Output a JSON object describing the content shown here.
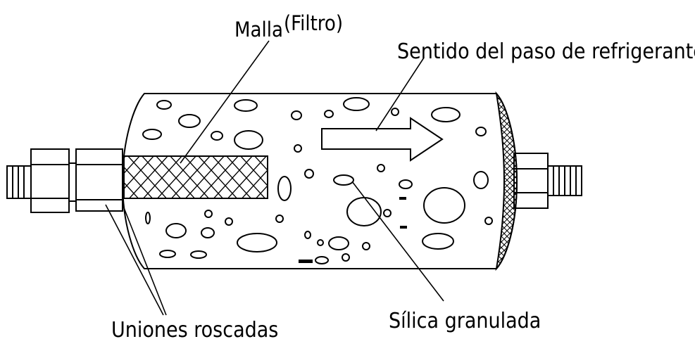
{
  "diagram": {
    "labels": {
      "malla": "Malla",
      "filtro": "(Filtro)",
      "sentido": "Sentido del paso de refrigerante",
      "uniones": "Uniones roscadas",
      "silica": "Sílica granulada"
    }
  },
  "colors": {
    "stroke": "#000000",
    "background": "#ffffff"
  }
}
